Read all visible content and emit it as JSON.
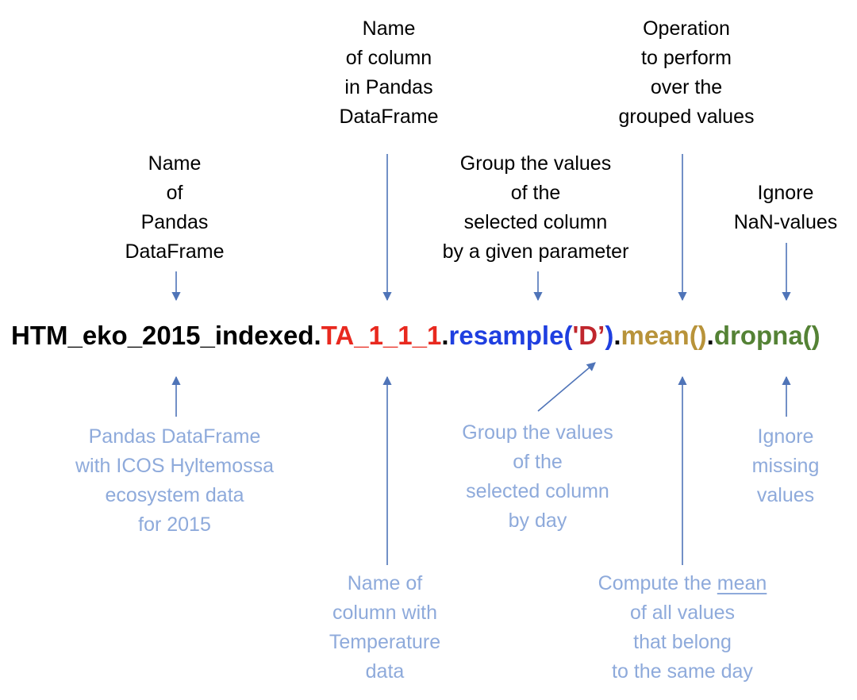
{
  "colors": {
    "dataframe": "#000000",
    "column": "#e8291f",
    "resample": "#1f3fe0",
    "mean": "#b8933a",
    "dropna": "#548235",
    "top_text": "#000000",
    "bottom_text": "#8eaadb",
    "arrow": "#4f74b8"
  },
  "code": {
    "dataframe": "HTM_eko_2015_indexed",
    "dot1": ".",
    "column": "TA_1_1_1",
    "dot2": ".",
    "resample": "resample(",
    "resample_arg": "'D’",
    "resample_close": ")",
    "dot3": ".",
    "mean": "mean()",
    "dot4": ".",
    "dropna": "dropna()"
  },
  "top_labels": {
    "dataframe": "Name\nof\nPandas\nDataFrame",
    "column": "Name\nof column\nin Pandas\nDataFrame",
    "resample": "Group the values\nof the\nselected column\nby a given parameter",
    "mean": "Operation\nto perform\nover the\ngrouped values",
    "dropna": "Ignore\nNaN-values"
  },
  "bottom_labels": {
    "dataframe": "Pandas DataFrame\nwith ICOS Hyltemossa\necosystem data\nfor 2015",
    "column": "Name of\ncolumn with\nTemperature\ndata",
    "resample": "Group the values\nof the\nselected column\nby day",
    "mean_prefix": "Compute the ",
    "mean_underlined": "mean",
    "mean_rest": "\nof all values\nthat belong\nto the same day",
    "dropna": "Ignore\nmissing\nvalues"
  }
}
